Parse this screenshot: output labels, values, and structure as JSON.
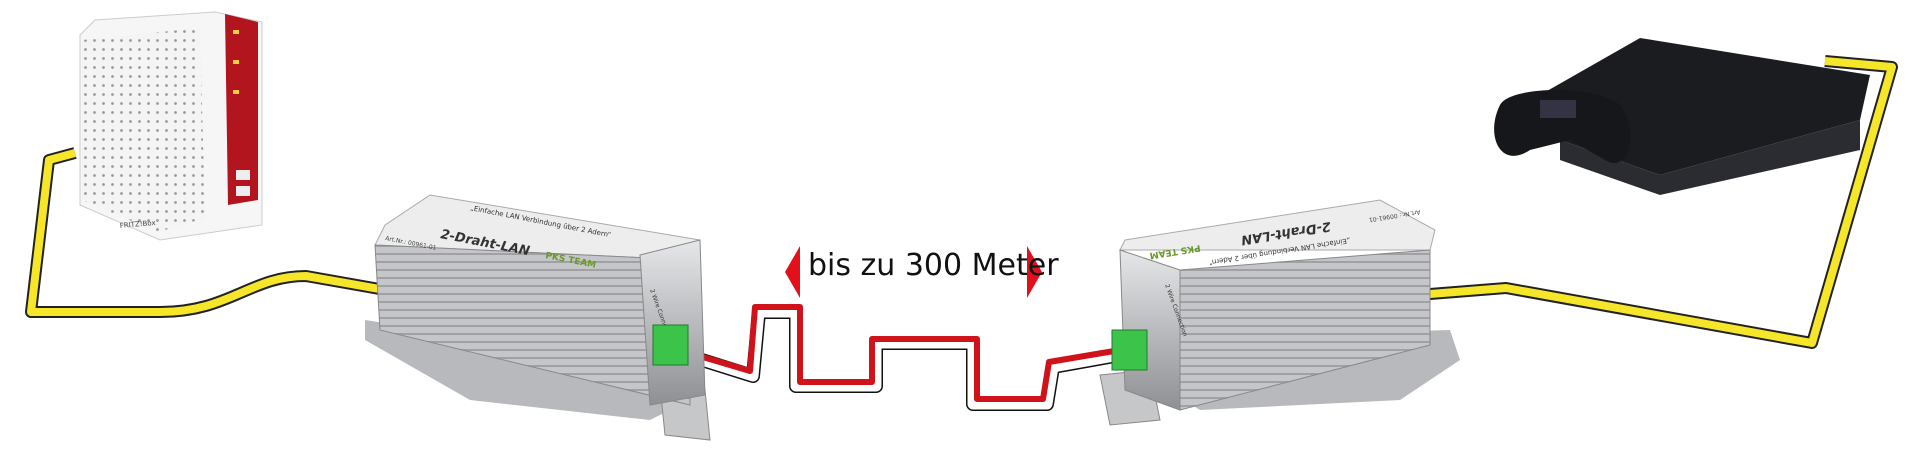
{
  "distance_label": "bis zu 300 Meter",
  "router": {
    "brand": "FRITZ!Box"
  },
  "left_device": {
    "name": "2-Draht-LAN",
    "slogan": "„Einfache LAN Verbindung über 2 Adern“",
    "art_no": "Art.Nr.: 00961-01",
    "logo": "PKS TEAM",
    "port_label": "2 Wire Connection"
  },
  "right_device": {
    "name": "2-Draht-LAN",
    "slogan": "„Einfache LAN Verbindung über 2 Adern“",
    "art_no": "Art.Nr.: 00961-01",
    "logo": "PKS TEAM",
    "port_label": "2 Wire Connection"
  },
  "colors": {
    "cable_lan": "#f5e62a",
    "cable_red": "#d0121b",
    "arrow": "#e3101c",
    "housing": "#c8c9cb",
    "terminal": "#3cc44a"
  }
}
